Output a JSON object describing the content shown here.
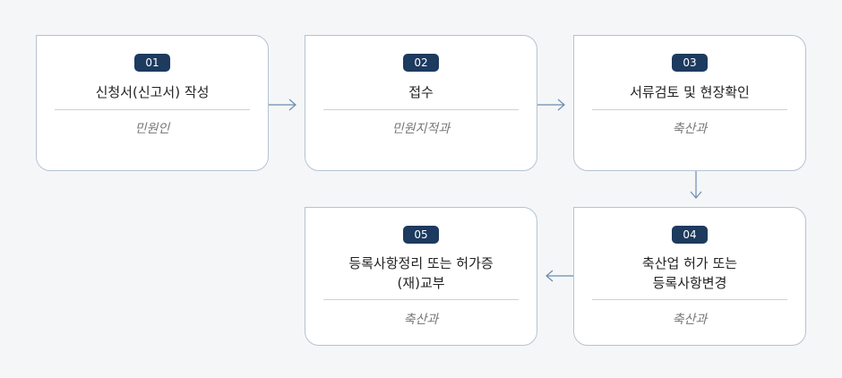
{
  "steps": [
    {
      "number": "01",
      "title": "신청서(신고서) 작성",
      "dept": "민원인"
    },
    {
      "number": "02",
      "title": "접수",
      "dept": "민원지적과"
    },
    {
      "number": "03",
      "title": "서류검토 및 현장확인",
      "dept": "축산과"
    },
    {
      "number": "04",
      "title_line1": "축산업 허가 또는",
      "title_line2": "등록사항변경",
      "dept": "축산과"
    },
    {
      "number": "05",
      "title_line1": "등록사항정리 또는 허가증",
      "title_line2": "(재)교부",
      "dept": "축산과"
    }
  ],
  "colors": {
    "badge": "#1d3a5f",
    "border": "#b5c3d1",
    "arrow": "#6b8db0"
  },
  "icons": [
    "arrow-right-icon",
    "arrow-down-icon",
    "arrow-left-icon"
  ]
}
